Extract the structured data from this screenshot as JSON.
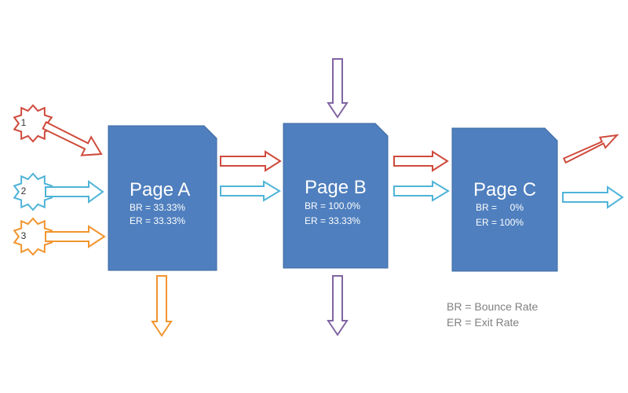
{
  "colors": {
    "page_fill": "#4f7fbe",
    "page_stroke": "#3d68a1",
    "red": "#cf4a3c",
    "blue": "#4fb4d8",
    "orange": "#f2952f",
    "purple": "#8064a2",
    "legend_text": "#808080"
  },
  "sources": {
    "one": "1",
    "two": "2",
    "three": "3"
  },
  "pages": {
    "a": {
      "title": "Page A",
      "br": "BR = 33.33%",
      "er": "ER = 33.33%"
    },
    "b": {
      "title": "Page B",
      "br": "BR = 100.0%",
      "er": "ER = 33.33%"
    },
    "c": {
      "title": "Page C",
      "br": "BR =     0%",
      "er": "ER = 100%"
    }
  },
  "legend": {
    "br": "BR = Bounce Rate",
    "er": "ER = Exit Rate"
  }
}
